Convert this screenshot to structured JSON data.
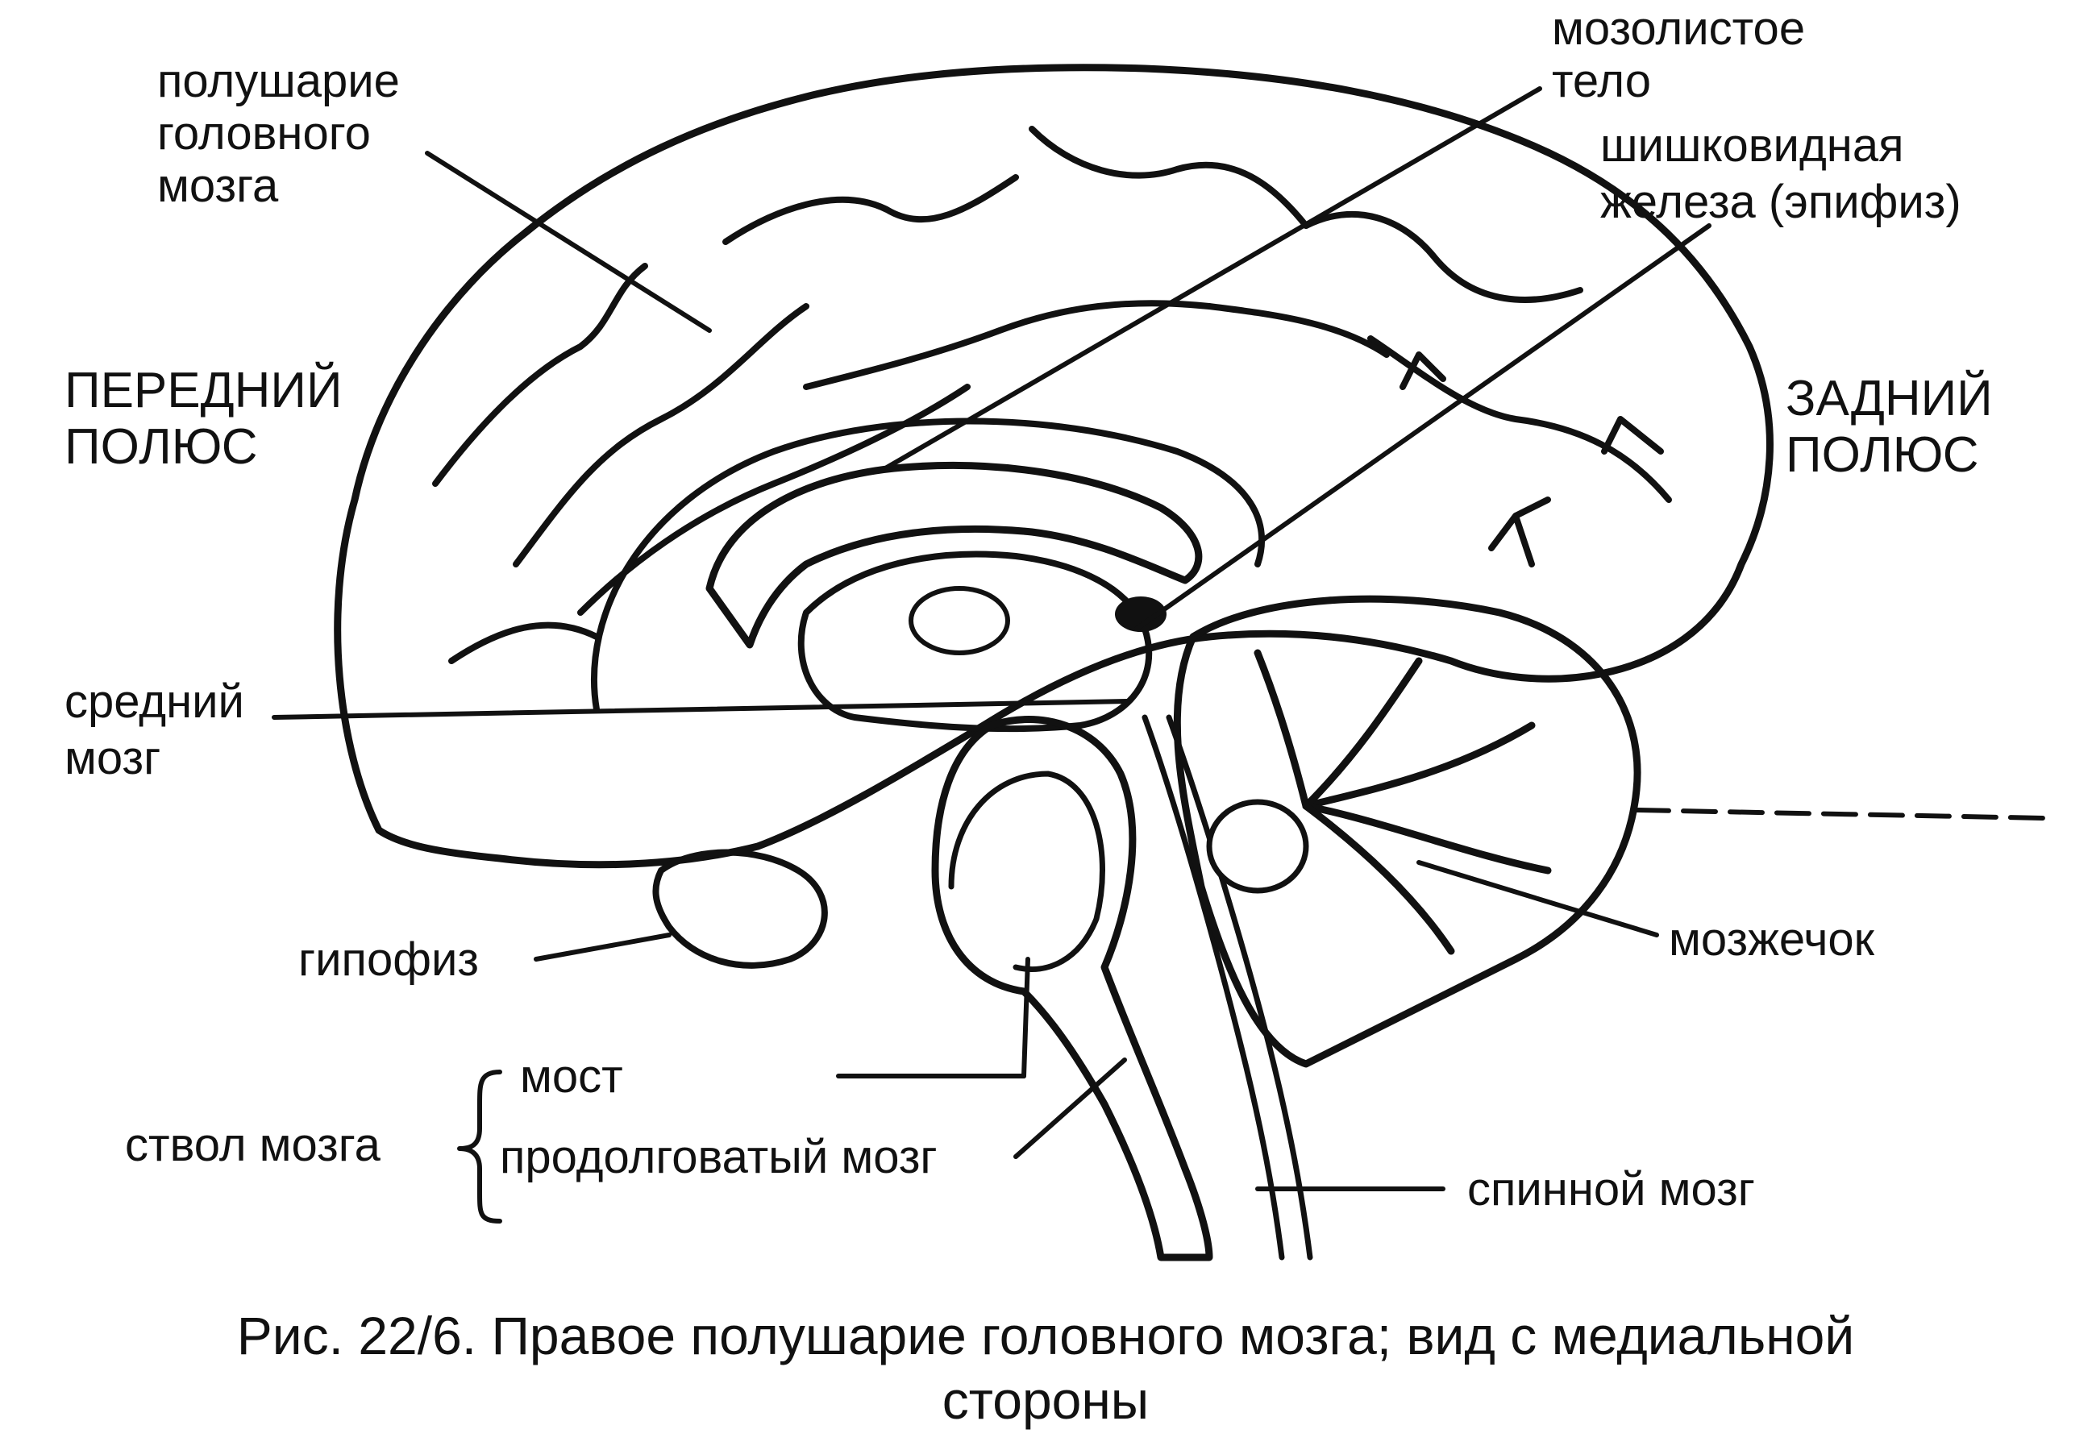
{
  "labels": {
    "hemisphere": [
      "полушарие",
      "головного",
      "мозга"
    ],
    "corpus_callosum": [
      "мозолистое",
      "тело"
    ],
    "pineal": [
      "шишковидная",
      "железа (эпифиз)"
    ],
    "anterior_pole": [
      "ПЕРЕДНИЙ",
      "ПОЛЮС"
    ],
    "posterior_pole": [
      "ЗАДНИЙ",
      "ПОЛЮС"
    ],
    "midbrain": [
      "средний",
      "мозг"
    ],
    "pituitary": "гипофиз",
    "cerebellum": "мозжечок",
    "pons": "мост",
    "brainstem": "ствол мозга",
    "medulla": "продолговатый мозг",
    "spinal_cord": "спинной мозг"
  },
  "caption": {
    "line1": "Рис. 22/6. Правое полушарие головного мозга; вид с медиальной",
    "line2": "стороны"
  }
}
